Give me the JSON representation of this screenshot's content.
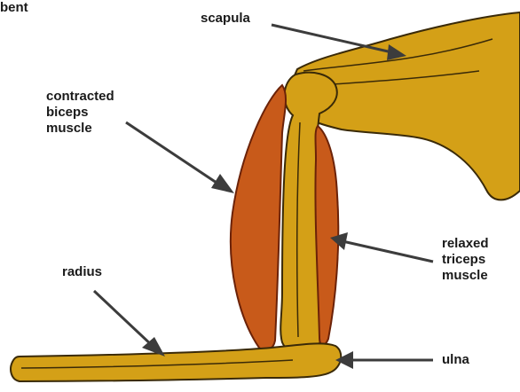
{
  "diagram": {
    "caption_fragment": "bent",
    "labels": {
      "scapula": [
        "scapula"
      ],
      "biceps": [
        "contracted",
        "biceps",
        "muscle"
      ],
      "triceps": [
        "relaxed",
        "triceps",
        "muscle"
      ],
      "radius": [
        "radius"
      ],
      "ulna": [
        "ulna"
      ]
    }
  },
  "colors": {
    "bone": "#d4a017",
    "bone_outline": "#3a2a08",
    "muscle": "#c85a1a",
    "muscle_dark": "#6b2208",
    "arrow": "#3c3c3c",
    "text": "#1a1a1a"
  }
}
